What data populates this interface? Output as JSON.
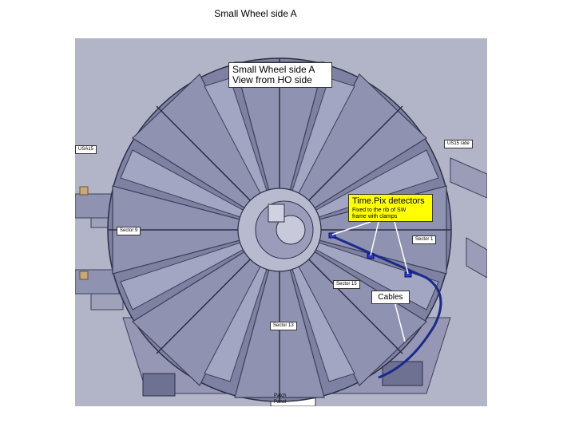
{
  "slide": {
    "title": "Small Wheel side A"
  },
  "view": {
    "title_line1": "Small Wheel side A",
    "title_line2": "View from HO side"
  },
  "labels": {
    "usa_left": "USA15",
    "usa_right": "US15 side",
    "sector_9": "Sector 9",
    "sector_1": "Sector 1",
    "sector_15": "Sector 15",
    "sector_13": "Sector 13",
    "cables": "Cables",
    "patch_panel_line1": "Patch",
    "patch_panel_line2": "Panel"
  },
  "timepix": {
    "title": "Time.Pix detectors",
    "note_line1": "Fixed to the rib of SW",
    "note_line2": "frame with clamps"
  },
  "colors": {
    "background": "#b2b4c8",
    "wedge": "#8f92b0",
    "frame": "#3c3f58",
    "highlight": "#ffff00",
    "cable": "#1a2a8c"
  }
}
